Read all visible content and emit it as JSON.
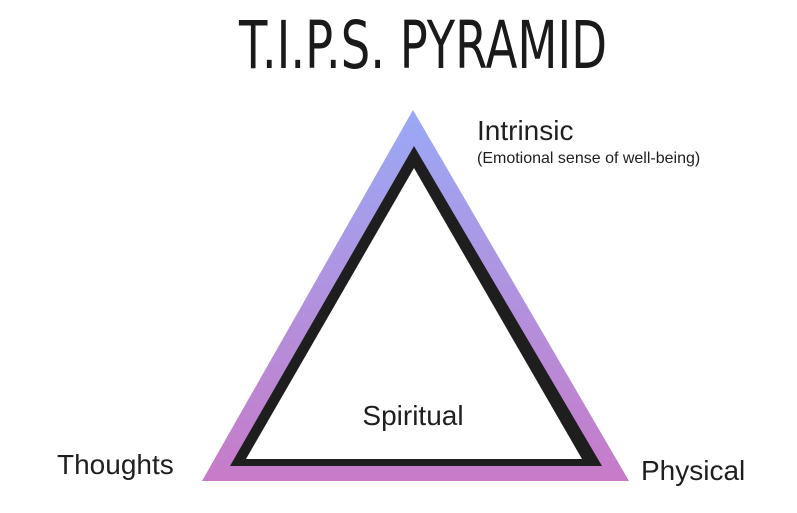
{
  "title": "T.I.P.S. PYRAMID",
  "vertices": {
    "top": {
      "label": "Intrinsic",
      "sublabel": "(Emotional sense of well-being)"
    },
    "bottom_left": {
      "label": "Thoughts"
    },
    "bottom_right": {
      "label": "Physical"
    }
  },
  "center": {
    "label": "Spiritual"
  },
  "colors": {
    "gradient_top": "#9aa9f6",
    "gradient_bottom": "#c77bc8",
    "inner_border": "#1e1e1e",
    "fill": "#ffffff",
    "text": "#1f1f1f"
  }
}
